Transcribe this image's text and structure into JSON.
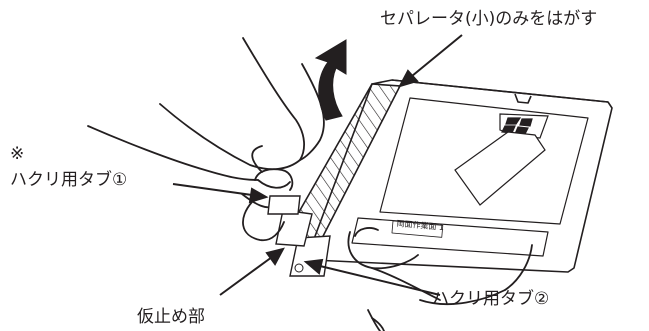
{
  "labels": {
    "separator_instruction": "セパレータ(小)のみをはがす",
    "note_mark": "※",
    "peel_tab_1": "ハクリ用タブ①",
    "temporary_fix": "仮止め部",
    "peel_tab_2": "ハクリ用タブ②",
    "card_print": "両面作業面 1"
  },
  "colors": {
    "line": "#231f20",
    "fill": "#ffffff",
    "arrow": "#231f20"
  }
}
